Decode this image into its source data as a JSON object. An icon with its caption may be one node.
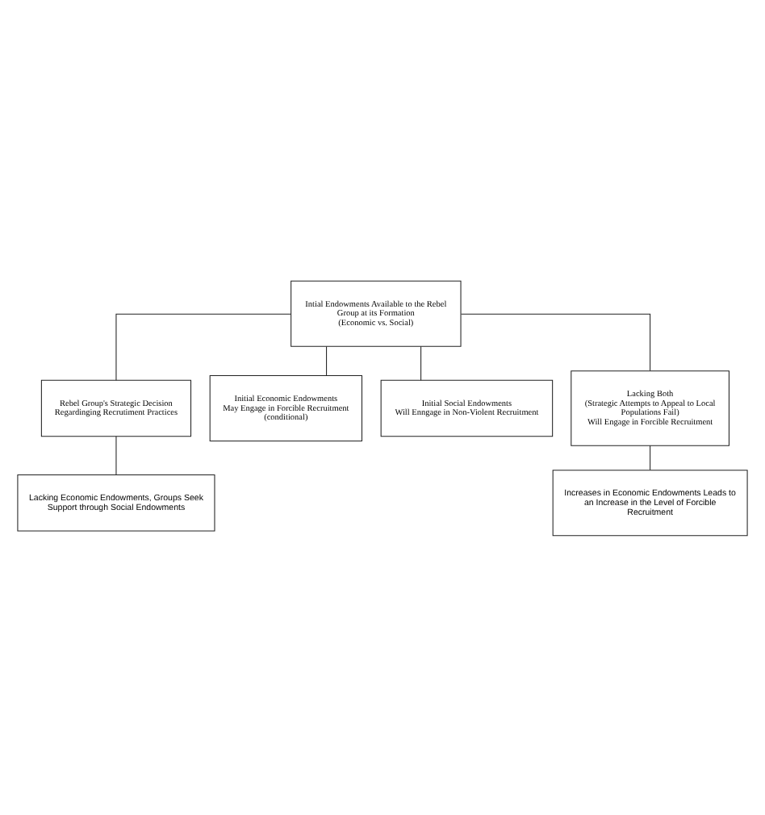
{
  "diagram": {
    "nodes": [
      {
        "text": [
          "Intial Endowments Available to the Rebel Group at its Formation",
          "(Economic vs. Social)"
        ]
      },
      {
        "text": [
          "Rebel Group's Strategic Decision Regardinging Recrutiment Practices"
        ]
      },
      {
        "text": [
          "Lacking Economic Endowments, Groups Seek Support through Social Endowments"
        ]
      },
      {
        "text": [
          "Initial Economic Endowments",
          "May Engage in Forcible Recruitment",
          "(conditional)"
        ]
      },
      {
        "text": [
          "Initial Social Endowments",
          "Will Enngage in Non-Violent Recruitment"
        ]
      },
      {
        "text": [
          "Lacking Both",
          "(Strategic Attempts to Appeal to Local Populations Fail)",
          "Will Engage in Forcible Recruitment"
        ]
      },
      {
        "text": [
          "Increases in Economic Endowments Leads to an Increase in the Level of Forcible Recruitment"
        ]
      }
    ],
    "edges": [
      {
        "from": 0,
        "to": 1,
        "arrow": "none"
      },
      {
        "from": 1,
        "to": 2,
        "arrow": "none"
      },
      {
        "from": 0,
        "to": 3,
        "arrow": "none"
      },
      {
        "from": 0,
        "to": 4,
        "arrow": "none"
      },
      {
        "from": 0,
        "to": 5,
        "arrow": "none"
      },
      {
        "from": 5,
        "to": 6,
        "arrow": "none"
      }
    ]
  }
}
